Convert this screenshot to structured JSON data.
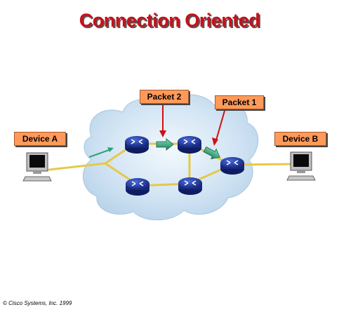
{
  "title": "Connection Oriented",
  "labels": {
    "device_a": "Device A",
    "device_b": "Device B",
    "packet_1": "Packet 1",
    "packet_2": "Packet 2"
  },
  "copyright": "© Cisco Systems, Inc. 1999",
  "colors": {
    "title": "#c8101a",
    "label_bg": "#ff9a5a",
    "router": "#1a2f9a",
    "link": "#e6c84a",
    "cloud": "#c9dff2",
    "packet": "#2da07a",
    "pointer_arrow": "#cc1111"
  },
  "icons": [
    "router-icon",
    "computer-icon",
    "packet-arrow-icon"
  ]
}
